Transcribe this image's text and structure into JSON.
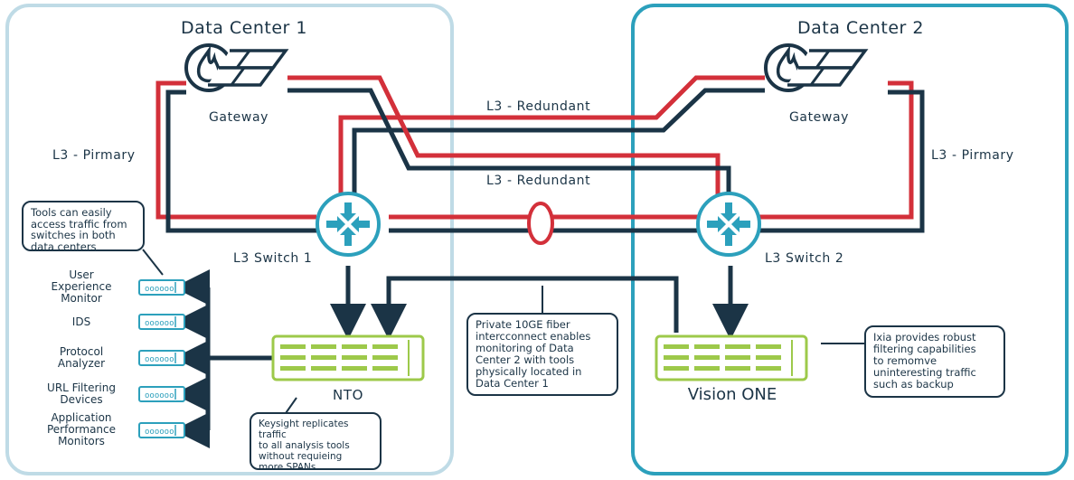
{
  "datacenters": {
    "dc1_title": "Data Center 1",
    "dc2_title": "Data Center 2"
  },
  "gateways": {
    "gw1_label": "Gateway",
    "gw2_label": "Gateway"
  },
  "switches": {
    "sw1_label": "L3 Switch 1",
    "sw2_label": "L3 Switch 2"
  },
  "links": {
    "primary_left": "L3 - Pirmary",
    "primary_right": "L3 - Pirmary",
    "redundant_top": "L3 - Redundant",
    "redundant_mid": "L3 - Redundant"
  },
  "devices": {
    "nto_label": "NTO",
    "vision_label": "Vision ONE"
  },
  "tools": [
    {
      "label": "User\nExperience\nMonitor"
    },
    {
      "label": "IDS"
    },
    {
      "label": "Protocol\nAnalyzer"
    },
    {
      "label": "URL Filtering\nDevices"
    },
    {
      "label": "Application\nPerformance\nMonitors"
    }
  ],
  "callouts": {
    "tools_access": "Tools can easily\naccess traffic from\nswitches in both\ndata centers",
    "fiber": "Private 10GE fiber\nintercconnect enables\nmonitoring of Data\nCenter 2 with tools\nphysically located in\nData Center 1",
    "keysight": "Keysight replicates traffic\nto all analysis tools\nwithout requieing\nmore SPANs",
    "ixia": "Ixia provides robust\nfiltering capabilities\nto remomve\nuninteresting traffic\nsuch as backup"
  },
  "colors": {
    "red": "#d3303a",
    "navy": "#1b3446",
    "teal": "#2ca0bc",
    "light_blue": "#bfdbe6",
    "green": "#9dc94a"
  }
}
